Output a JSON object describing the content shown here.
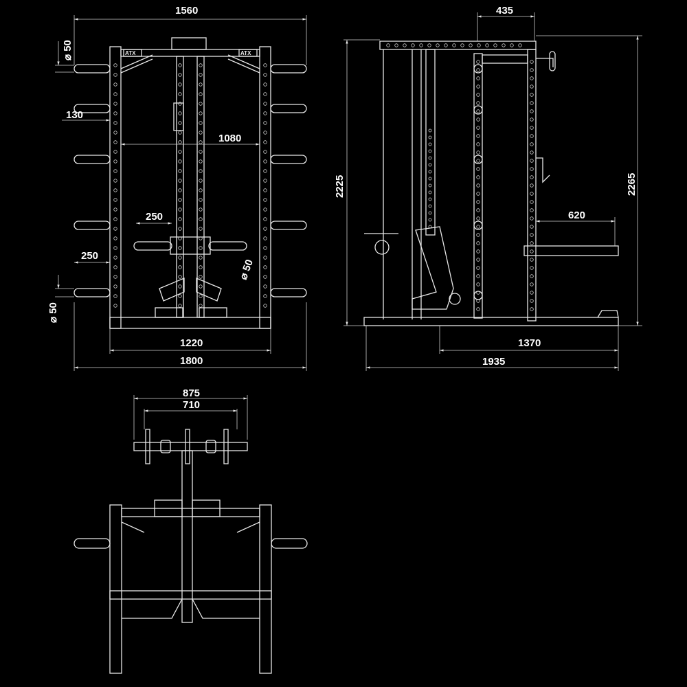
{
  "logo_text": "ATX",
  "front_view": {
    "dims": {
      "overall_top_width": "1560",
      "tube_diameter_top": "⌀ 50",
      "peg_length": "130",
      "inner_width": "1080",
      "handle_length": "250",
      "peg_offset": "250",
      "handle_diameter": "⌀ 50",
      "tube_diameter_bottom": "⌀ 50",
      "base_width": "1220",
      "overall_width": "1800"
    }
  },
  "side_view": {
    "dims": {
      "top_offset": "435",
      "height_front": "2225",
      "height_rear": "2265",
      "safety_arm": "620",
      "base_depth": "1370",
      "overall_depth": "1935"
    }
  },
  "top_view": {
    "dims": {
      "bar_outer": "875",
      "bar_inner": "710"
    }
  },
  "colors": {
    "background": "#000000",
    "line": "#e8e8e8"
  }
}
